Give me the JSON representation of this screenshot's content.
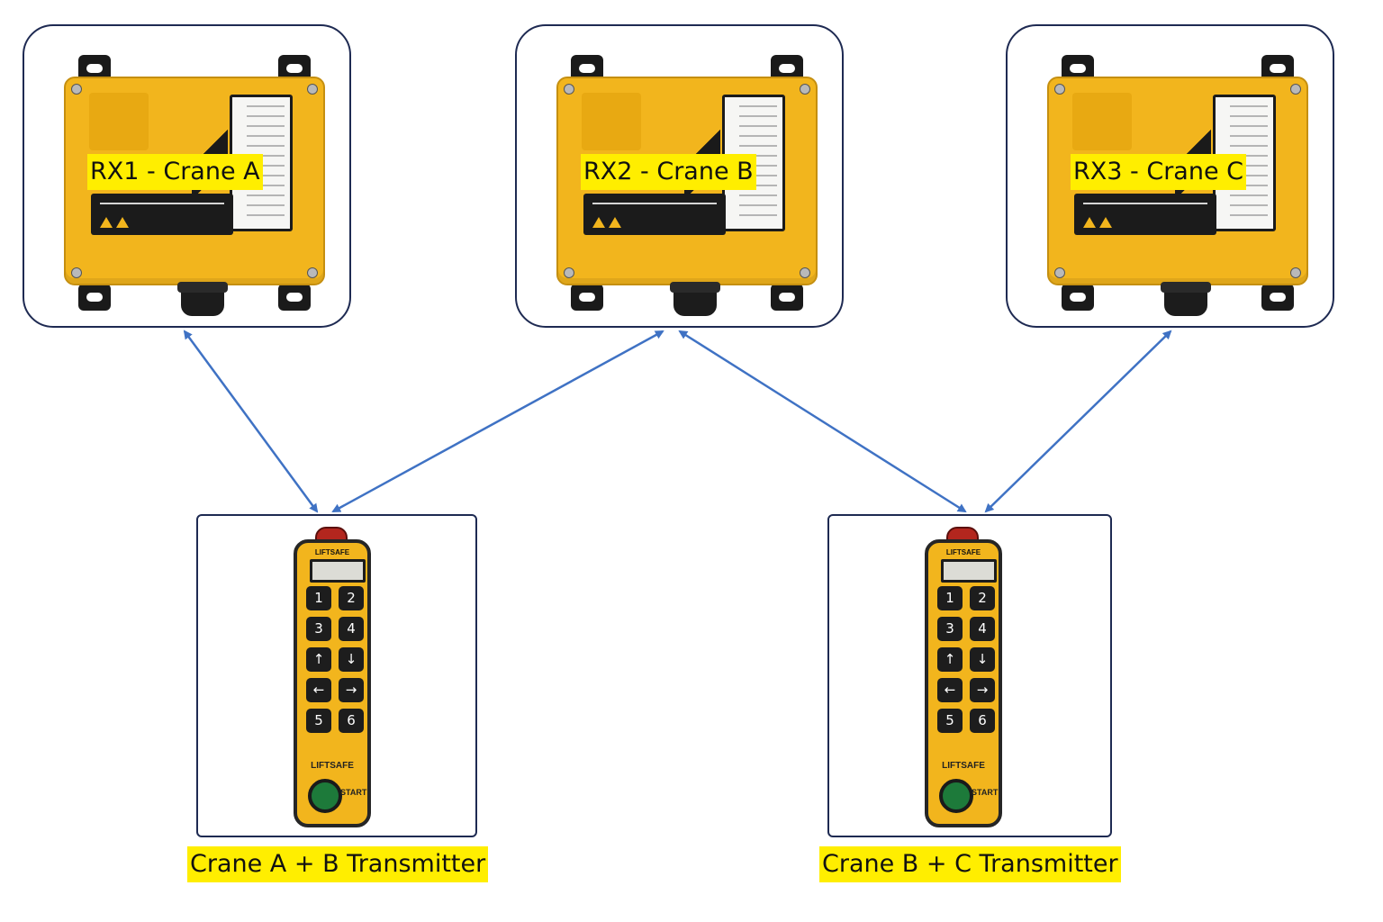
{
  "receivers": [
    {
      "label": "RX1 - Crane A"
    },
    {
      "label": "RX2 - Crane B"
    },
    {
      "label": "RX3 - Crane C"
    }
  ],
  "transmitters": [
    {
      "label": "Crane A + B Transmitter",
      "brand": "LIFTSAFE",
      "keys": [
        "1",
        "2",
        "3",
        "4",
        "↑",
        "↓",
        "←",
        "→",
        "5",
        "6"
      ],
      "logo": "LIFTSAFE",
      "start_label": "START"
    },
    {
      "label": "Crane B + C Transmitter",
      "brand": "LIFTSAFE",
      "keys": [
        "1",
        "2",
        "3",
        "4",
        "↑",
        "↓",
        "←",
        "→",
        "5",
        "6"
      ],
      "logo": "LIFTSAFE",
      "start_label": "START"
    }
  ],
  "colors": {
    "arrow": "#3f72c4",
    "frame_border": "#1e2a52",
    "label_highlight": "#ffee00",
    "device_yellow": "#f2b51d"
  }
}
